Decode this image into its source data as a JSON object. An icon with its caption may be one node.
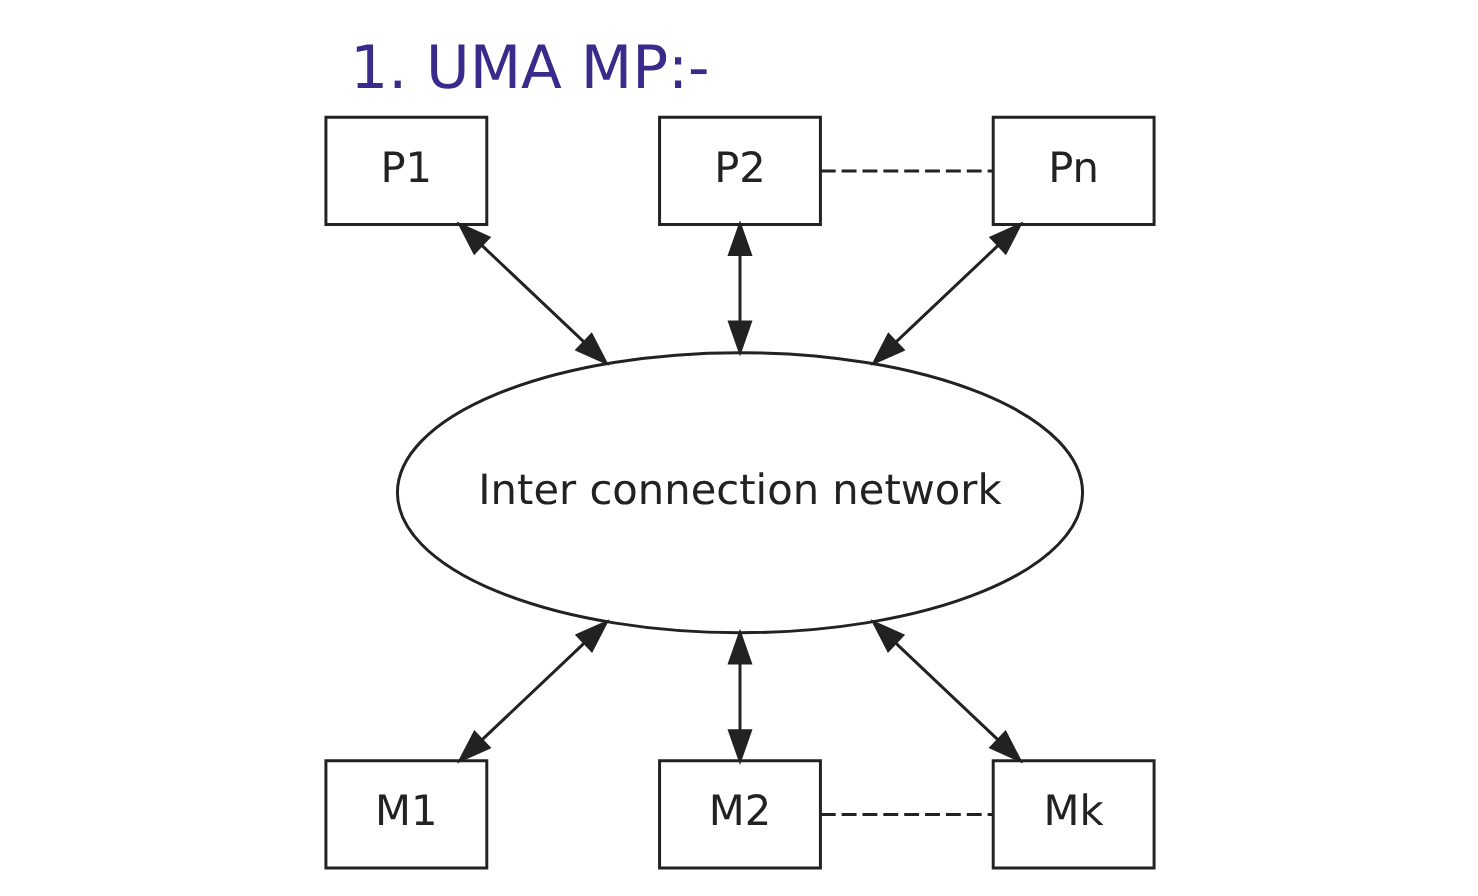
{
  "diagram": {
    "title": "1. UMA MP:-",
    "nodes": [
      {
        "text": [
          "P1"
        ]
      },
      {
        "text": [
          "P2"
        ]
      },
      {
        "text": [
          "Pn"
        ]
      },
      {
        "text": [
          "Inter connection network"
        ]
      },
      {
        "text": [
          "M1"
        ]
      },
      {
        "text": [
          "M2"
        ]
      },
      {
        "text": [
          "Mk"
        ]
      }
    ],
    "edges": [
      {
        "from": 0,
        "to": 3,
        "arrow": "both"
      },
      {
        "from": 1,
        "to": 3,
        "arrow": "both"
      },
      {
        "from": 2,
        "to": 3,
        "arrow": "both"
      },
      {
        "from": 1,
        "to": 2,
        "arrow": "none",
        "style": "dashed"
      },
      {
        "from": 3,
        "to": 4,
        "arrow": "both"
      },
      {
        "from": 3,
        "to": 5,
        "arrow": "both"
      },
      {
        "from": 3,
        "to": 6,
        "arrow": "both"
      },
      {
        "from": 5,
        "to": 6,
        "arrow": "none",
        "style": "dashed"
      }
    ]
  }
}
